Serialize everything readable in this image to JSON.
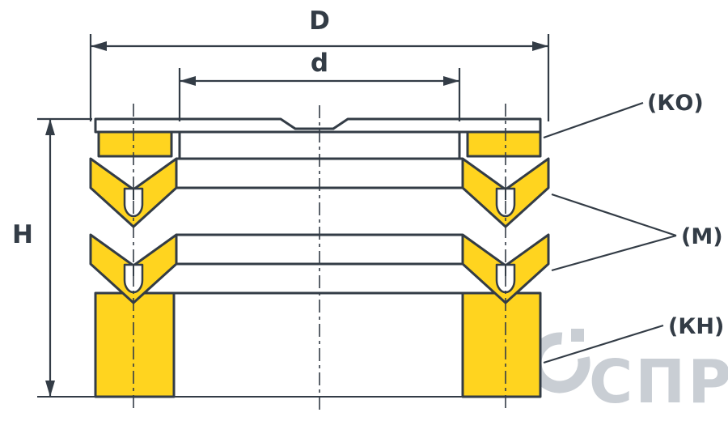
{
  "diagram": {
    "dimensions": {
      "outer_diameter": "D",
      "inner_diameter": "d",
      "height": "H"
    },
    "parts": {
      "top_ring": "(КО)",
      "chevron_seal": "(М)",
      "bottom_ring": "(КН)"
    }
  },
  "watermark": {
    "text": "СПР"
  },
  "colors": {
    "seal_fill": "#FFD41F",
    "line": "#333C46",
    "watermark": "#C9CED4",
    "background": "#FFFFFF"
  }
}
